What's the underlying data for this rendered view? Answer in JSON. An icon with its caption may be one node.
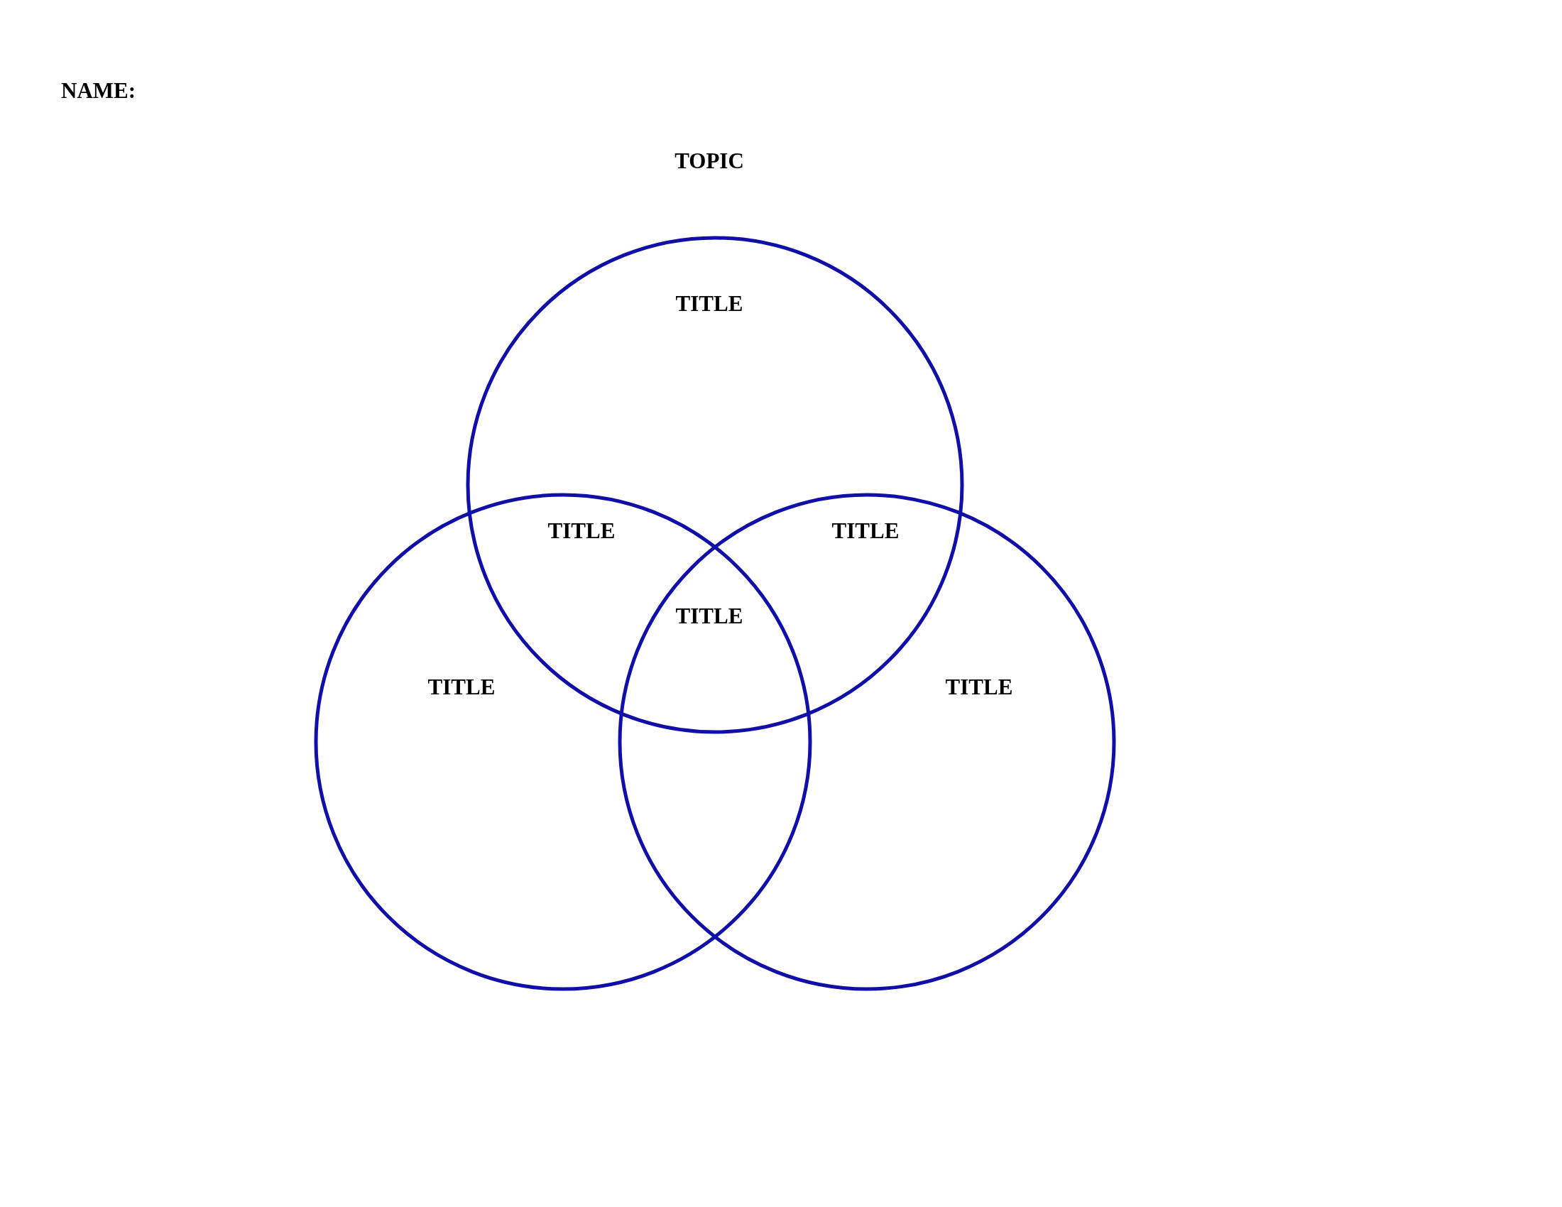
{
  "diagram": {
    "title": "TOPIC",
    "nodes": [
      {
        "text": [
          "TITLE"
        ]
      },
      {
        "text": [
          "TITLE"
        ]
      },
      {
        "text": [
          "TITLE"
        ]
      }
    ],
    "labels": [
      "NAME:",
      "TITLE",
      "TITLE",
      "TITLE"
    ]
  }
}
